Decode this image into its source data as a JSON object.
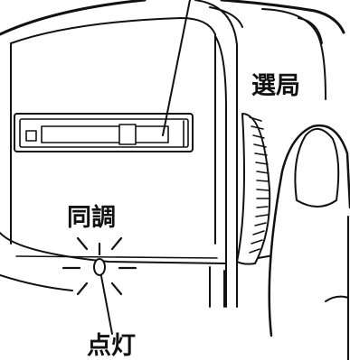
{
  "labels": {
    "tuning_knob": "選局",
    "sync_indicator": "同調",
    "lamp": "点灯"
  }
}
